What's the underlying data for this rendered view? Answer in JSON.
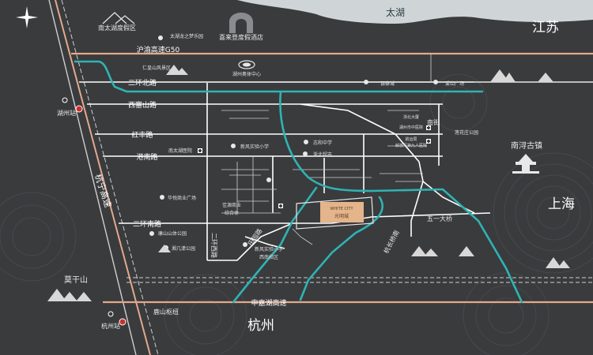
{
  "colors": {
    "background": "#3a3b3d",
    "lake": "#cfd5d6",
    "highway": "#e2a98b",
    "metro": "#2fb3b3",
    "road": "#ffffff",
    "rail": "#cfcfcf",
    "project": "#e4b48a"
  },
  "icons": {
    "compass": "north-star-icon",
    "station": "station-icon",
    "hospital": "hospital-icon",
    "mountain": "mountain-icon",
    "hotel": "horseshoe-hotel-icon",
    "resort": "house-roof-icon",
    "stadium": "stadium-icon",
    "ancient_town": "pagoda-icon",
    "school": "school-icon"
  },
  "regions": {
    "taihu": "太湖",
    "jiangsu": "江苏",
    "shanghai": "上海",
    "hangzhou": "杭州",
    "nanxun": "南浔古镇",
    "moganshan": "莫干山"
  },
  "roads": {
    "g50": "沪渝高速G50",
    "erhuan_north": "二环北路",
    "xisaishan": "西塞山路",
    "hongfeng": "红丰路",
    "gangnan": "港南路",
    "erhuan_south": "二环南路",
    "erhuan_west": "二环西路",
    "tianyuan": "田园路",
    "hangning": "杭宁高速",
    "shenjiahu": "申嘉湖高速",
    "hangchang_lane": "杭长桥南",
    "nanjie": "南街",
    "wuyi_bridge": "五一大桥"
  },
  "stations": {
    "huzhou": "湖州站",
    "hangzhou": "杭州站",
    "lushan": "鹿山枢纽"
  },
  "pois": {
    "south_taihu_resort": "南太湖度假区",
    "dream_park": "太湖龙之梦乐园",
    "xilai_hotel": "喜来登度假酒店",
    "renhuangshan": "仁皇山风景区",
    "olympic": "湖州奥体中心",
    "yintai": "银泰城",
    "aishan": "爱山广场",
    "zhehe": "志和中学",
    "zhebei": "浙北超市",
    "xinfeng_school": "新风实验小学",
    "nantaihu_hospital": "南太湖医院",
    "huayue": "华悦商业广场",
    "jiayuan": "佳源商业综合体",
    "kangshan_park": "康山山体公园",
    "xiangjibang_park": "湘几漾公园",
    "xinfeng_west": "新风实验小学西南校区",
    "lianhua_park": "莲花庄公园",
    "zhebei_building": "浙北大厦",
    "huzhou_central_hospital": "湖州市中医院",
    "pedestrian": "航运局",
    "ninth_hospital": "解放军第九人医院"
  },
  "project": {
    "name_en": "WHITE CITY",
    "name_cn": "光明城"
  }
}
